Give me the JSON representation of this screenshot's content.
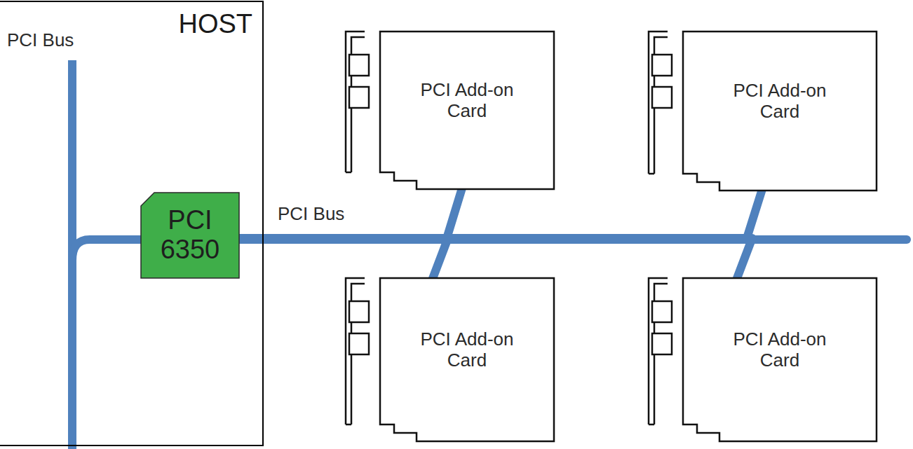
{
  "diagram": {
    "nodes": [
      {
        "text": [
          "HOST"
        ]
      },
      {
        "text": [
          "PCI 6350"
        ],
        "in": 0
      },
      {
        "text": [
          "PCI Add-on Card"
        ]
      },
      {
        "text": [
          "PCI Add-on Card"
        ]
      },
      {
        "text": [
          "PCI Add-on Card"
        ]
      },
      {
        "text": [
          "PCI Add-on Card"
        ]
      }
    ],
    "edges": [
      {
        "from": 1,
        "to": 2,
        "arrow": "none"
      },
      {
        "from": 1,
        "to": 4,
        "arrow": "none"
      },
      {
        "from": 1,
        "to": 3,
        "arrow": "none"
      },
      {
        "from": 1,
        "to": 5,
        "arrow": "none"
      }
    ],
    "labels": [
      "PCI Bus",
      "PCI Bus"
    ]
  }
}
